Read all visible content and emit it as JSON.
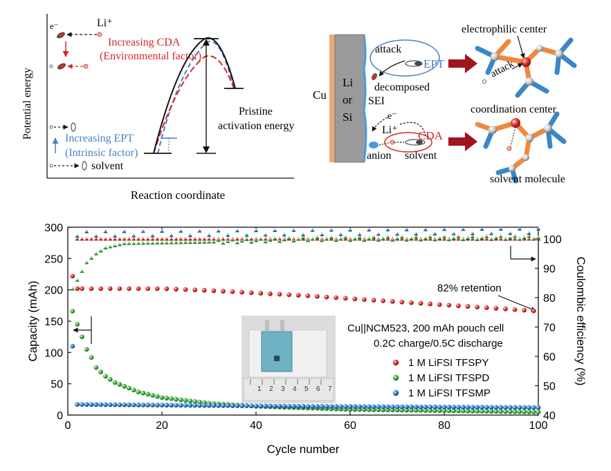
{
  "energy_diagram": {
    "ylabel": "Potential energy",
    "xlabel": "Reaction coordinate",
    "electron": "e⁻",
    "li_ion": "Li⁺",
    "cda_line1": "Increasing CDA",
    "cda_line2": "(Environmental factor)",
    "ept_line1": "Increasing EPT",
    "ept_line2": "(Intrinsic factor)",
    "solvent": "solvent",
    "barrier_line1": "Pristine",
    "barrier_line2": "activation energy",
    "colors": {
      "cda": "#d62728",
      "ept": "#4a7ec2",
      "black": "#111111"
    }
  },
  "mechanism": {
    "cu": "Cu",
    "li": "Li",
    "or": "or",
    "si": "Si",
    "sei": "SEI",
    "attack": "attack",
    "ept": "EPT",
    "decomposed": "decomposed",
    "electron": "e⁻",
    "li_ion": "Li⁺",
    "cda": "CDA",
    "anion": "anion",
    "solvent": "solvent",
    "electrophilic_center": "electrophilic center",
    "attack2": "attack",
    "coordination_center": "coordination center",
    "solvent_molecule": "solvent molecule"
  },
  "chart_data": {
    "type": "scatter",
    "xlabel": "Cycle number",
    "ylabel": "Capacity (mAh)",
    "y2label": "Coulombic efficiency (%)",
    "xlim": [
      0,
      100
    ],
    "ylim": [
      0,
      300
    ],
    "y2lim": [
      40,
      104
    ],
    "x_ticks": [
      "0",
      "20",
      "40",
      "60",
      "80",
      "100"
    ],
    "y_ticks": [
      "0",
      "50",
      "100",
      "150",
      "200",
      "250",
      "300"
    ],
    "y2_ticks": [
      "40",
      "50",
      "60",
      "70",
      "80",
      "90",
      "100"
    ],
    "annotation": "82% retention",
    "legend_title_line1": "Cu||NCM523, 200 mAh pouch cell",
    "legend_title_line2": "0.2C charge/0.5C discharge",
    "legend_position": "lower-right",
    "inset_ruler_digits": [
      "1",
      "2",
      "3",
      "4",
      "5",
      "6",
      "7"
    ],
    "series": [
      {
        "name": "1 M LiFSI TFSPY",
        "color": "#e0322b",
        "marker": "circle",
        "capacity": {
          "start_cycle": 1,
          "end_cycle": 100,
          "values_anchor": [
            [
              1,
              222
            ],
            [
              2,
              202
            ],
            [
              10,
              202
            ],
            [
              20,
              202
            ],
            [
              30,
              199
            ],
            [
              40,
              195
            ],
            [
              50,
              191
            ],
            [
              60,
              186
            ],
            [
              70,
              181
            ],
            [
              80,
              176
            ],
            [
              90,
              171
            ],
            [
              100,
              166
            ]
          ]
        },
        "ce": {
          "start_cycle": 2,
          "end_cycle": 100,
          "values_anchor": [
            [
              2,
              100
            ],
            [
              100,
              100
            ]
          ]
        }
      },
      {
        "name": "1 M LiFSI TFSPD",
        "color": "#3cb043",
        "marker": "circle",
        "capacity": {
          "start_cycle": 1,
          "end_cycle": 100,
          "values_anchor": [
            [
              1,
              166
            ],
            [
              2,
              145
            ],
            [
              3,
              125
            ],
            [
              4,
              105
            ],
            [
              5,
              92
            ],
            [
              6,
              76
            ],
            [
              8,
              62
            ],
            [
              10,
              52
            ],
            [
              15,
              37
            ],
            [
              20,
              28
            ],
            [
              30,
              19
            ],
            [
              40,
              14
            ],
            [
              60,
              9
            ],
            [
              80,
              7
            ],
            [
              100,
              5
            ]
          ]
        },
        "ce": {
          "start_cycle": 1,
          "end_cycle": 100,
          "values_anchor": [
            [
              1,
              83
            ],
            [
              2,
              86
            ],
            [
              3,
              89
            ],
            [
              4,
              92
            ],
            [
              6,
              95
            ],
            [
              8,
              97
            ],
            [
              12,
              98.5
            ],
            [
              30,
              99
            ],
            [
              50,
              100
            ],
            [
              100,
              100.5
            ]
          ]
        }
      },
      {
        "name": "1 M LiFSI TFSMP",
        "color": "#2f7fd1",
        "marker": "circle",
        "capacity": {
          "start_cycle": 1,
          "end_cycle": 100,
          "values_anchor": [
            [
              1,
              110
            ],
            [
              2,
              17
            ],
            [
              50,
              14
            ],
            [
              100,
              12
            ]
          ]
        },
        "ce": {
          "start_cycle": 2,
          "end_cycle": 100,
          "values_anchor": [
            [
              2,
              100
            ],
            [
              100,
              101
            ]
          ]
        }
      }
    ]
  }
}
